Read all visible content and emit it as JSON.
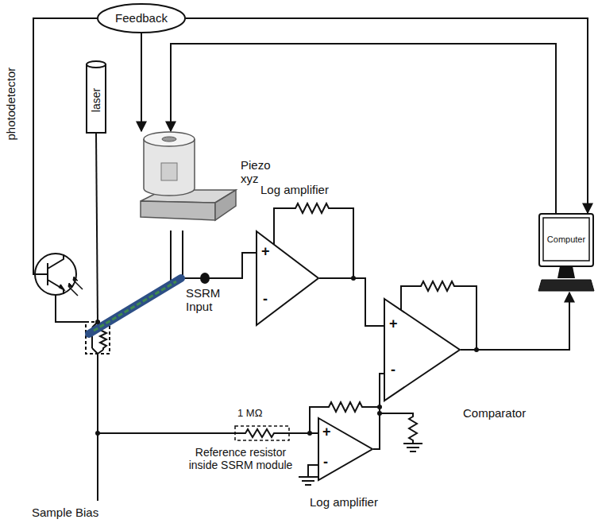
{
  "diagram": {
    "nodes": [
      {
        "text": [
          "Feedback"
        ]
      },
      {
        "text": [
          "laser"
        ]
      },
      {
        "text": [
          "Piezo xyz"
        ]
      },
      {
        "text": [
          "Log amplifier",
          "+",
          "-"
        ]
      },
      {
        "text": [
          "Computer"
        ]
      },
      {
        "text": [
          "+",
          "-",
          "Comparator"
        ]
      },
      {
        "text": [
          "1 MΩ",
          "Reference resistor inside SSRM module"
        ]
      },
      {
        "text": [
          "+",
          "-",
          "Log amplifier"
        ]
      }
    ],
    "edges": [
      {
        "from": 0,
        "to": 4,
        "arrow": "to"
      },
      {
        "from": 0,
        "to": 2,
        "arrow": "to"
      },
      {
        "from": 4,
        "to": 2,
        "arrow": "to"
      },
      {
        "from": 3,
        "to": 5,
        "arrow": "none"
      },
      {
        "from": 7,
        "to": 5,
        "arrow": "none"
      },
      {
        "from": 5,
        "to": 4,
        "arrow": "to"
      },
      {
        "from": 6,
        "to": 7,
        "arrow": "none"
      }
    ],
    "labels": [
      "photodetector",
      "SSRM Input",
      "Sample Bias"
    ]
  }
}
